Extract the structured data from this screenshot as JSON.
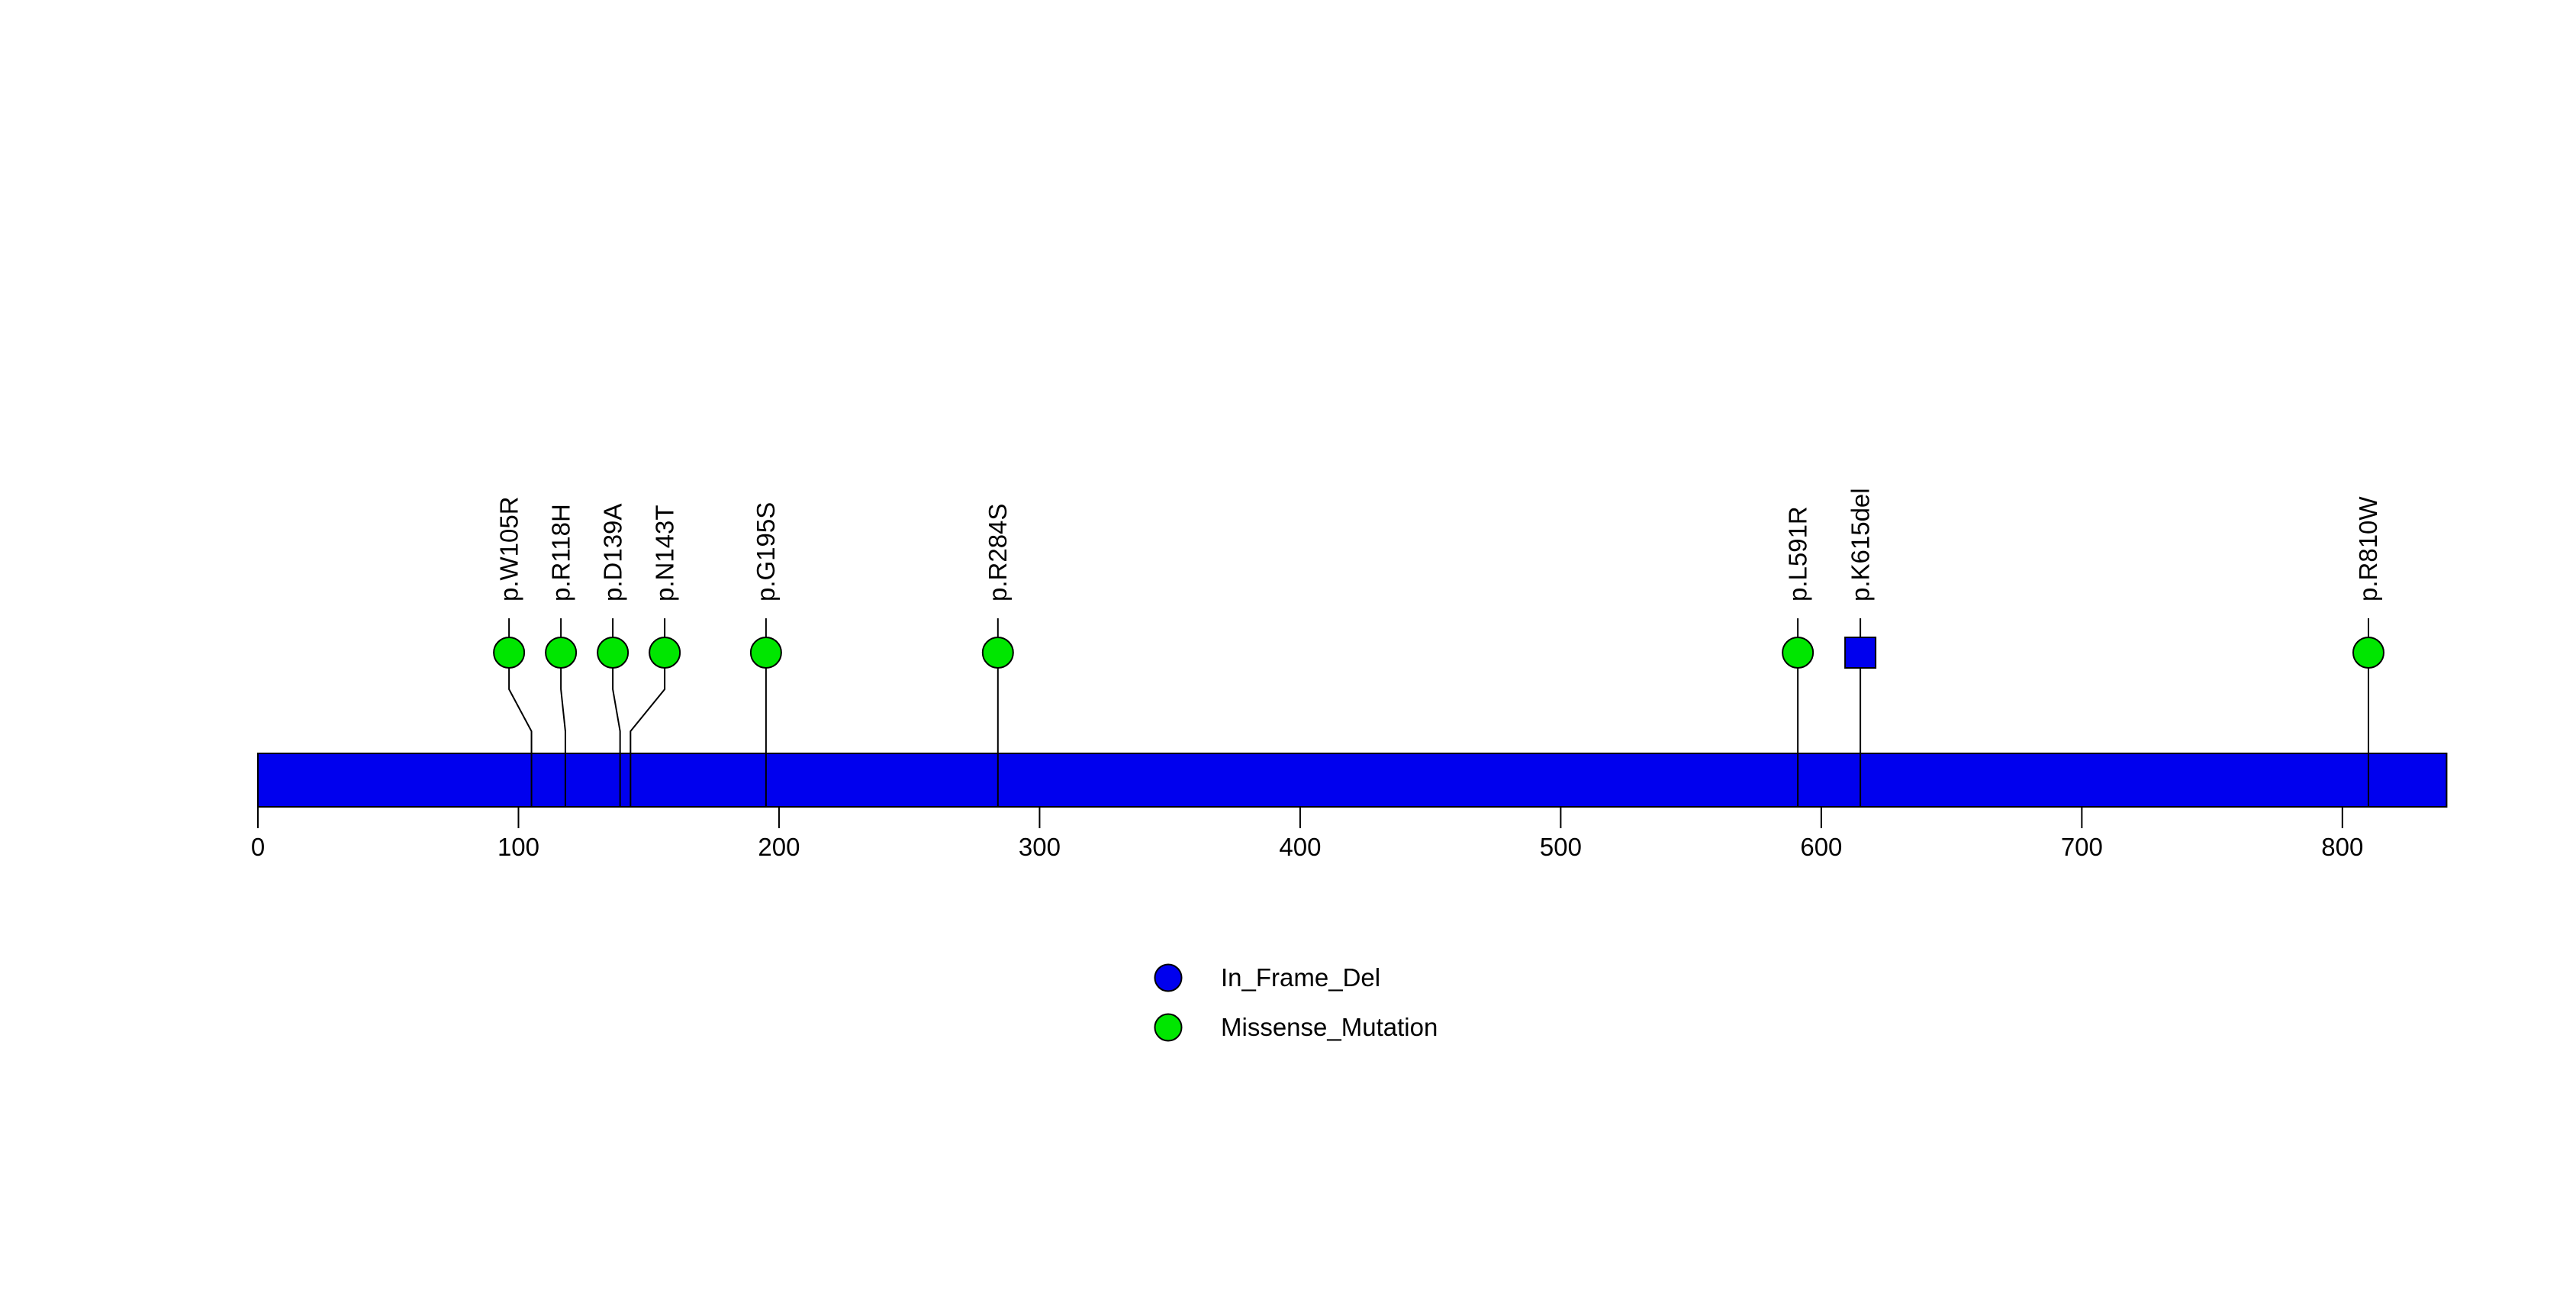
{
  "chart_data": {
    "type": "lollipop",
    "title": "",
    "xlabel": "",
    "ylabel": "",
    "axis": {
      "ticks": [
        0,
        100,
        200,
        300,
        400,
        500,
        600,
        700,
        800
      ],
      "xlim": [
        0,
        840
      ],
      "grid": false
    },
    "protein_bar": {
      "start": 0,
      "end": 840,
      "color": "#0000EE",
      "outline_color": "#000000"
    },
    "mutations": [
      {
        "label": "p.W105R",
        "position": 105,
        "type": "Missense_Mutation"
      },
      {
        "label": "p.R118H",
        "position": 118,
        "type": "Missense_Mutation"
      },
      {
        "label": "p.D139A",
        "position": 139,
        "type": "Missense_Mutation"
      },
      {
        "label": "p.N143T",
        "position": 143,
        "type": "Missense_Mutation"
      },
      {
        "label": "p.G195S",
        "position": 195,
        "type": "Missense_Mutation"
      },
      {
        "label": "p.R284S",
        "position": 284,
        "type": "Missense_Mutation"
      },
      {
        "label": "p.L591R",
        "position": 591,
        "type": "Missense_Mutation"
      },
      {
        "label": "p.K615del",
        "position": 615,
        "type": "In_Frame_Del"
      },
      {
        "label": "p.R810W",
        "position": 810,
        "type": "Missense_Mutation"
      }
    ],
    "mutation_types": {
      "Missense_Mutation": {
        "color": "#00E600",
        "shape": "circle"
      },
      "In_Frame_Del": {
        "color": "#0000EE",
        "shape": "square"
      }
    },
    "legend": {
      "position": "bottom-center",
      "entries": [
        {
          "label": "In_Frame_Del",
          "color": "#0000EE"
        },
        {
          "label": "Missense_Mutation",
          "color": "#00E600"
        }
      ]
    }
  }
}
